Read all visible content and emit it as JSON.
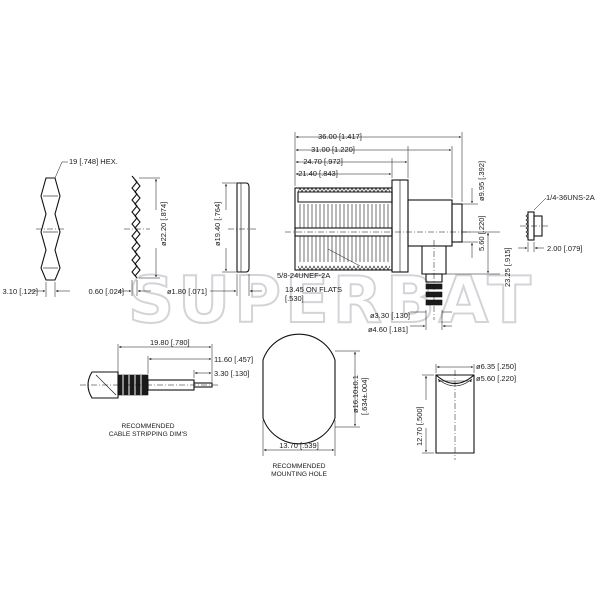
{
  "watermark": "SUPERBAT",
  "colors": {
    "line": "#111111",
    "watermark": "#bfc3c8",
    "background": "#ffffff"
  },
  "labels": {
    "hex": "19 [.748] HEX.",
    "nut_thk": "3.10 [.122]",
    "washer_thk": "0.60 [.024]",
    "washer_dia": "ø22.20 [.874]",
    "gasket_thk": "ø1.80 [.071]",
    "gasket_dia": "ø19.40 [.764]",
    "len_36": "36.00 [1.417]",
    "len_31": "31.00 [1.220]",
    "len_247": "24.70 [.972]",
    "len_214": "21.40 [.843]",
    "dia_995": "ø9.95 [.392]",
    "dim_560": "5.60 [.220]",
    "dim_2325": "23.25 [.915]",
    "thread": "5/8-24UNEF-2A",
    "flats": "13.45 ON FLATS",
    "flats_in": "[.530]",
    "dia_330": "ø3.30 [.130]",
    "dia_460": "ø4.60 [.181]",
    "uns": "1/4-36UNS-2A",
    "dim_200": "2.00 [.079]",
    "strip_1980": "19.80 [.780]",
    "strip_1160": "11.60 [.457]",
    "strip_330": "3.30 [.130]",
    "strip_cap1": "RECOMMENDED",
    "strip_cap2": "CABLE STRIPPING DIM'S",
    "hole_dia": "ø16.10±0.1",
    "hole_dia_in": "[.634±.004]",
    "hole_width": "13.70 [.539]",
    "hole_cap1": "RECOMMENDED",
    "hole_cap2": "MOUNTING HOLE",
    "ferrule_635": "ø6.35 [.250]",
    "ferrule_560": "ø5.60 [.220]",
    "ferrule_len": "12.70 [.500]"
  }
}
